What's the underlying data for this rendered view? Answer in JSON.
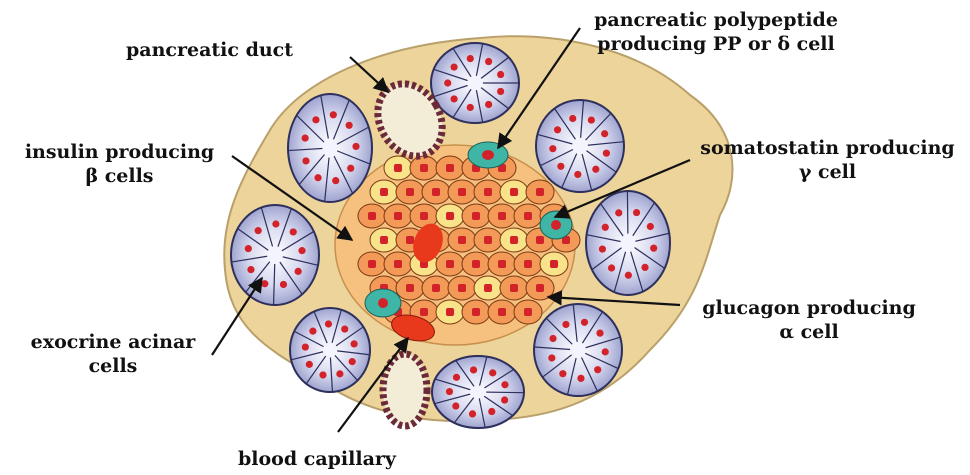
{
  "labels": {
    "pancreatic_duct": "pancreatic duct",
    "polypeptide": [
      "pancreatic polypeptide",
      "producing PP or δ cell"
    ],
    "insulin": [
      "insulin producing",
      "β cells"
    ],
    "somatostatin": [
      "somatostatin producing",
      "γ cell"
    ],
    "exocrine": [
      "exocrine acinar",
      "cells"
    ],
    "glucagon": [
      "glucagon producing",
      "α cell"
    ],
    "capillary": "blood capillary"
  },
  "colors": {
    "tissue": "#ecd49b",
    "islet": "#f2a15c",
    "beta_cell": "#f39a58",
    "alpha_cell": "#f8e28a",
    "delta_cell": "#3fb5a5",
    "nucleus": "#d2222a",
    "acinar": "#c9cbe8",
    "capillary": "#e8391c"
  },
  "icons": [
    "arrow-icon"
  ]
}
